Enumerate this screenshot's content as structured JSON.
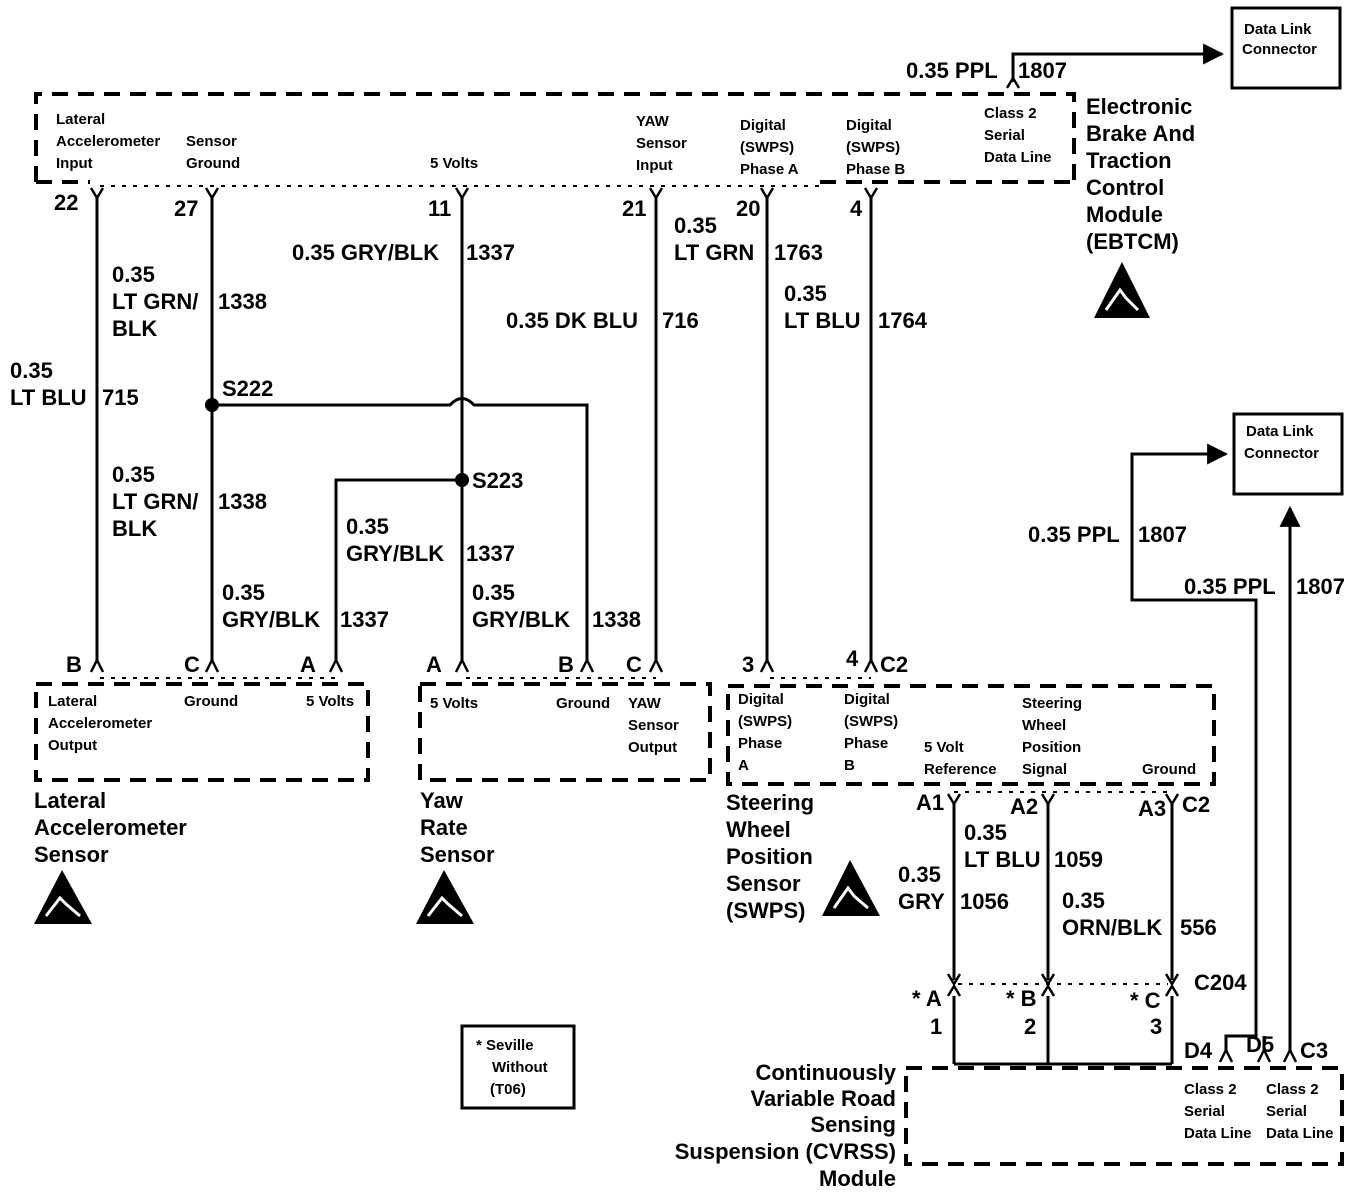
{
  "dlc_top": {
    "line1": "Data Link",
    "line2": "Connector"
  },
  "dlc_right": {
    "line1": "Data Link",
    "line2": "Connector"
  },
  "wire_1807_top": {
    "gauge": "0.35 PPL",
    "num": "1807"
  },
  "ebtcm": {
    "name": [
      "Electronic",
      "Brake And",
      "Traction",
      "Control",
      "Module",
      "(EBTCM)"
    ],
    "labels": {
      "lat_input": [
        "Lateral",
        "Accelerometer",
        "Input"
      ],
      "sensor_ground": [
        "Sensor",
        "Ground"
      ],
      "five_volts": "5 Volts",
      "yaw_input": [
        "YAW",
        "Sensor",
        "Input"
      ],
      "phase_a": [
        "Digital",
        "(SWPS)",
        "Phase A"
      ],
      "phase_b": [
        "Digital",
        "(SWPS)",
        "Phase B"
      ],
      "class2": [
        "Class 2",
        "Serial",
        "Data Line"
      ]
    },
    "pins": {
      "p22": "22",
      "p27": "27",
      "p11": "11",
      "p21": "21",
      "p20": "20",
      "p4": "4"
    }
  },
  "wires": {
    "w1337_top": {
      "gauge": "0.35 GRY/BLK",
      "num": "1337"
    },
    "w1338_top": {
      "line1": "0.35",
      "line2": "LT GRN/",
      "line3": "BLK",
      "num": "1338"
    },
    "w715": {
      "line1": "0.35",
      "line2": "LT BLU",
      "num": "715"
    },
    "w716": {
      "gauge": "0.35 DK BLU",
      "num": "716"
    },
    "w1763": {
      "line1": "0.35",
      "line2": "LT GRN",
      "num": "1763"
    },
    "w1764": {
      "line1": "0.35",
      "line2": "LT BLU",
      "num": "1764"
    },
    "w1338_mid": {
      "line1": "0.35",
      "line2": "LT GRN/",
      "line3": "BLK",
      "num": "1338"
    },
    "w1337_mid": {
      "line1": "0.35",
      "line2": "GRY/BLK",
      "num": "1337"
    },
    "w1337_low": {
      "line1": "0.35",
      "line2": "GRY/BLK",
      "num": "1337"
    },
    "w1338_low": {
      "line1": "0.35",
      "line2": "GRY/BLK",
      "num": "1338"
    },
    "w1807_mid": {
      "gauge": "0.35 PPL",
      "num": "1807"
    },
    "w1807_low": {
      "gauge": "0.35 PPL",
      "num": "1807"
    },
    "w1059": {
      "line1": "0.35",
      "line2": "LT BLU",
      "num": "1059"
    },
    "w1056": {
      "line1": "0.35",
      "line2": "GRY",
      "num": "1056"
    },
    "w556": {
      "line1": "0.35",
      "line2": "ORN/BLK",
      "num": "556"
    }
  },
  "splices": {
    "s222": "S222",
    "s223": "S223"
  },
  "lat_sensor": {
    "pins": {
      "b": "B",
      "c": "C",
      "a": "A"
    },
    "labels": {
      "output": [
        "Lateral",
        "Accelerometer",
        "Output"
      ],
      "ground": "Ground",
      "five_volts": "5 Volts"
    },
    "name": [
      "Lateral",
      "Accelerometer",
      "Sensor"
    ]
  },
  "yaw_sensor": {
    "pins": {
      "a": "A",
      "b": "B",
      "c": "C"
    },
    "labels": {
      "five_volts": "5 Volts",
      "ground": "Ground",
      "output": [
        "YAW",
        "Sensor",
        "Output"
      ]
    },
    "name": [
      "Yaw",
      "Rate",
      "Sensor"
    ]
  },
  "swps": {
    "pins_top": {
      "p3": "3",
      "p4": "4",
      "conn": "C2"
    },
    "labels": {
      "phase_a": [
        "Digital",
        "(SWPS)",
        "Phase",
        "A"
      ],
      "phase_b": [
        "Digital",
        "(SWPS)",
        "Phase",
        "B"
      ],
      "ref": [
        "5 Volt",
        "Reference"
      ],
      "signal": [
        "Steering",
        "Wheel",
        "Position",
        "Signal"
      ],
      "ground": "Ground"
    },
    "pins_bottom": {
      "a1": "A1",
      "a2": "A2",
      "a3": "A3",
      "conn": "C2"
    },
    "name": [
      "Steering",
      "Wheel",
      "Position",
      "Sensor",
      "(SWPS)"
    ]
  },
  "c204": {
    "conn": "C204",
    "pin_a": "* A",
    "pin_b": "* B",
    "pin_c": "* C",
    "n1": "1",
    "n2": "2",
    "n3": "3"
  },
  "cvrss": {
    "name": [
      "Continuously",
      "Variable Road",
      "Sensing",
      "Suspension (CVRSS)",
      "Module"
    ],
    "pins": {
      "d4": "D4",
      "d5": "D5",
      "c3": "C3"
    },
    "labels": {
      "d4": [
        "Class 2",
        "Serial",
        "Data Line"
      ],
      "c3": [
        "Class 2",
        "Serial",
        "Data Line"
      ]
    }
  },
  "note": {
    "line1": "* Seville",
    "line2": "Without",
    "line3": "(T06)"
  }
}
